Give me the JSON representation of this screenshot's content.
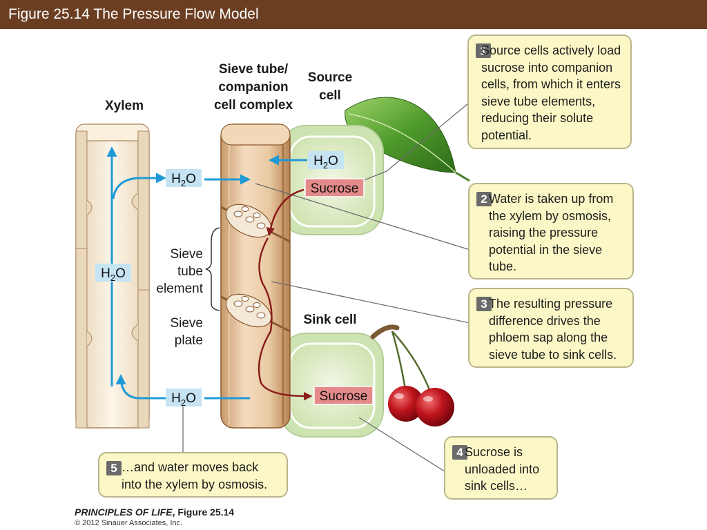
{
  "header": {
    "title": "Figure 25.14  The Pressure Flow Model"
  },
  "labels": {
    "xylem": "Xylem",
    "sieve_tube_complex": [
      "Sieve tube/",
      "companion",
      "cell complex"
    ],
    "source_cell": [
      "Source",
      "cell"
    ],
    "sink_cell": "Sink cell",
    "sieve_tube_element": [
      "Sieve",
      "tube",
      "element"
    ],
    "sieve_plate": [
      "Sieve",
      "plate"
    ],
    "h2o": "H",
    "h2o_sub": "2",
    "h2o_end": "O",
    "sucrose": "Sucrose"
  },
  "callouts": [
    {
      "num": "1",
      "text": "Source cells actively load sucrose into companion cells, from which it enters sieve tube elements, reducing their solute potential."
    },
    {
      "num": "2",
      "text": "Water is taken up from the xylem by osmosis, raising the pressure potential in the sieve tube."
    },
    {
      "num": "3",
      "text": "The resulting pressure difference drives the phloem sap along the sieve tube to sink cells."
    },
    {
      "num": "4",
      "text": "Sucrose is unloaded into sink cells…"
    },
    {
      "num": "5",
      "text": "…and water moves back into the xylem by osmosis."
    }
  ],
  "footer": {
    "book_italic": "PRINCIPLES OF LIFE",
    "figure": ", Figure 25.14",
    "copyright": "© 2012 Sinauer Associates, Inc."
  },
  "colors": {
    "header_bg": "#6b3e22",
    "callout_bg": "#fbf7c6",
    "water_arrow": "#1f9ad6",
    "sucrose_arrow": "#8a1c1c",
    "sucrose_box": "#e58a8a",
    "h2o_box": "#c5e3f3"
  }
}
